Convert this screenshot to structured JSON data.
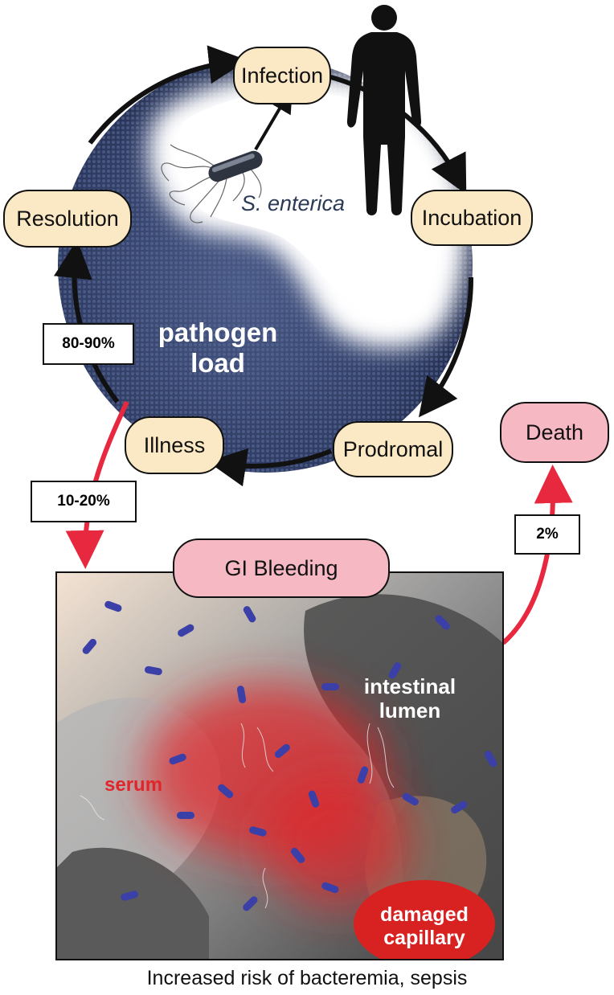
{
  "cycle": {
    "stages": {
      "infection": "Infection",
      "incubation": "Incubation",
      "prodromal": "Prodromal",
      "illness": "Illness",
      "resolution": "Resolution"
    },
    "pathogen_label": "pathogen load",
    "species_label": "S. enterica"
  },
  "percentages": {
    "resolution": "80-90%",
    "gi_bleeding": "10-20%",
    "death": "2%"
  },
  "outcomes": {
    "gi_bleeding": "GI Bleeding",
    "death": "Death"
  },
  "scene_labels": {
    "lumen": "intestinal lumen",
    "serum": "serum",
    "capillary": "damaged capillary"
  },
  "caption": "Increased risk of bacteremia, sepsis",
  "colors": {
    "stage_fill": "#fbe8c4",
    "outcome_fill": "#f6b9c4",
    "arrow_red": "#e8283e",
    "pathogen_blue": "#3a4a7a",
    "serum_red": "#e0262b"
  },
  "icons": [
    "human-silhouette-icon",
    "bacterium-icon"
  ]
}
